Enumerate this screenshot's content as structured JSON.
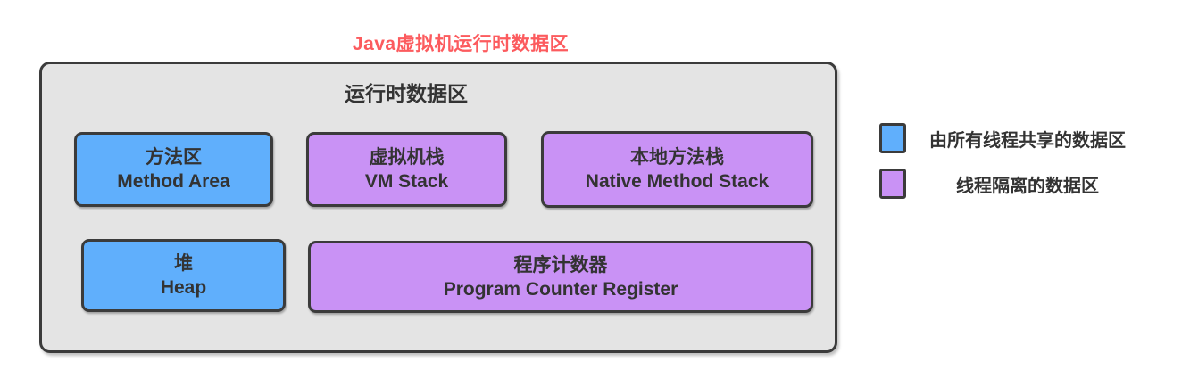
{
  "title": "Java虚拟机运行时数据区",
  "container": {
    "title": "运行时数据区"
  },
  "boxes": [
    {
      "zh": "方法区",
      "en": "Method Area",
      "type": "shared"
    },
    {
      "zh": "虚拟机栈",
      "en": "VM Stack",
      "type": "isolated"
    },
    {
      "zh": "本地方法栈",
      "en": "Native Method Stack",
      "type": "isolated"
    },
    {
      "zh": "堆",
      "en": "Heap",
      "type": "shared"
    },
    {
      "zh": "程序计数器",
      "en": "Program Counter Register",
      "type": "isolated"
    }
  ],
  "legend": [
    {
      "label": "由所有线程共享的数据区",
      "type": "shared"
    },
    {
      "label": "线程隔离的数据区",
      "type": "isolated"
    }
  ],
  "colors": {
    "shared": "#60AFFC",
    "isolated": "#C992F5",
    "title": "#FC5B5E",
    "border": "#3B3B3B",
    "panel": "#E4E4E4",
    "ink": "#333333"
  }
}
